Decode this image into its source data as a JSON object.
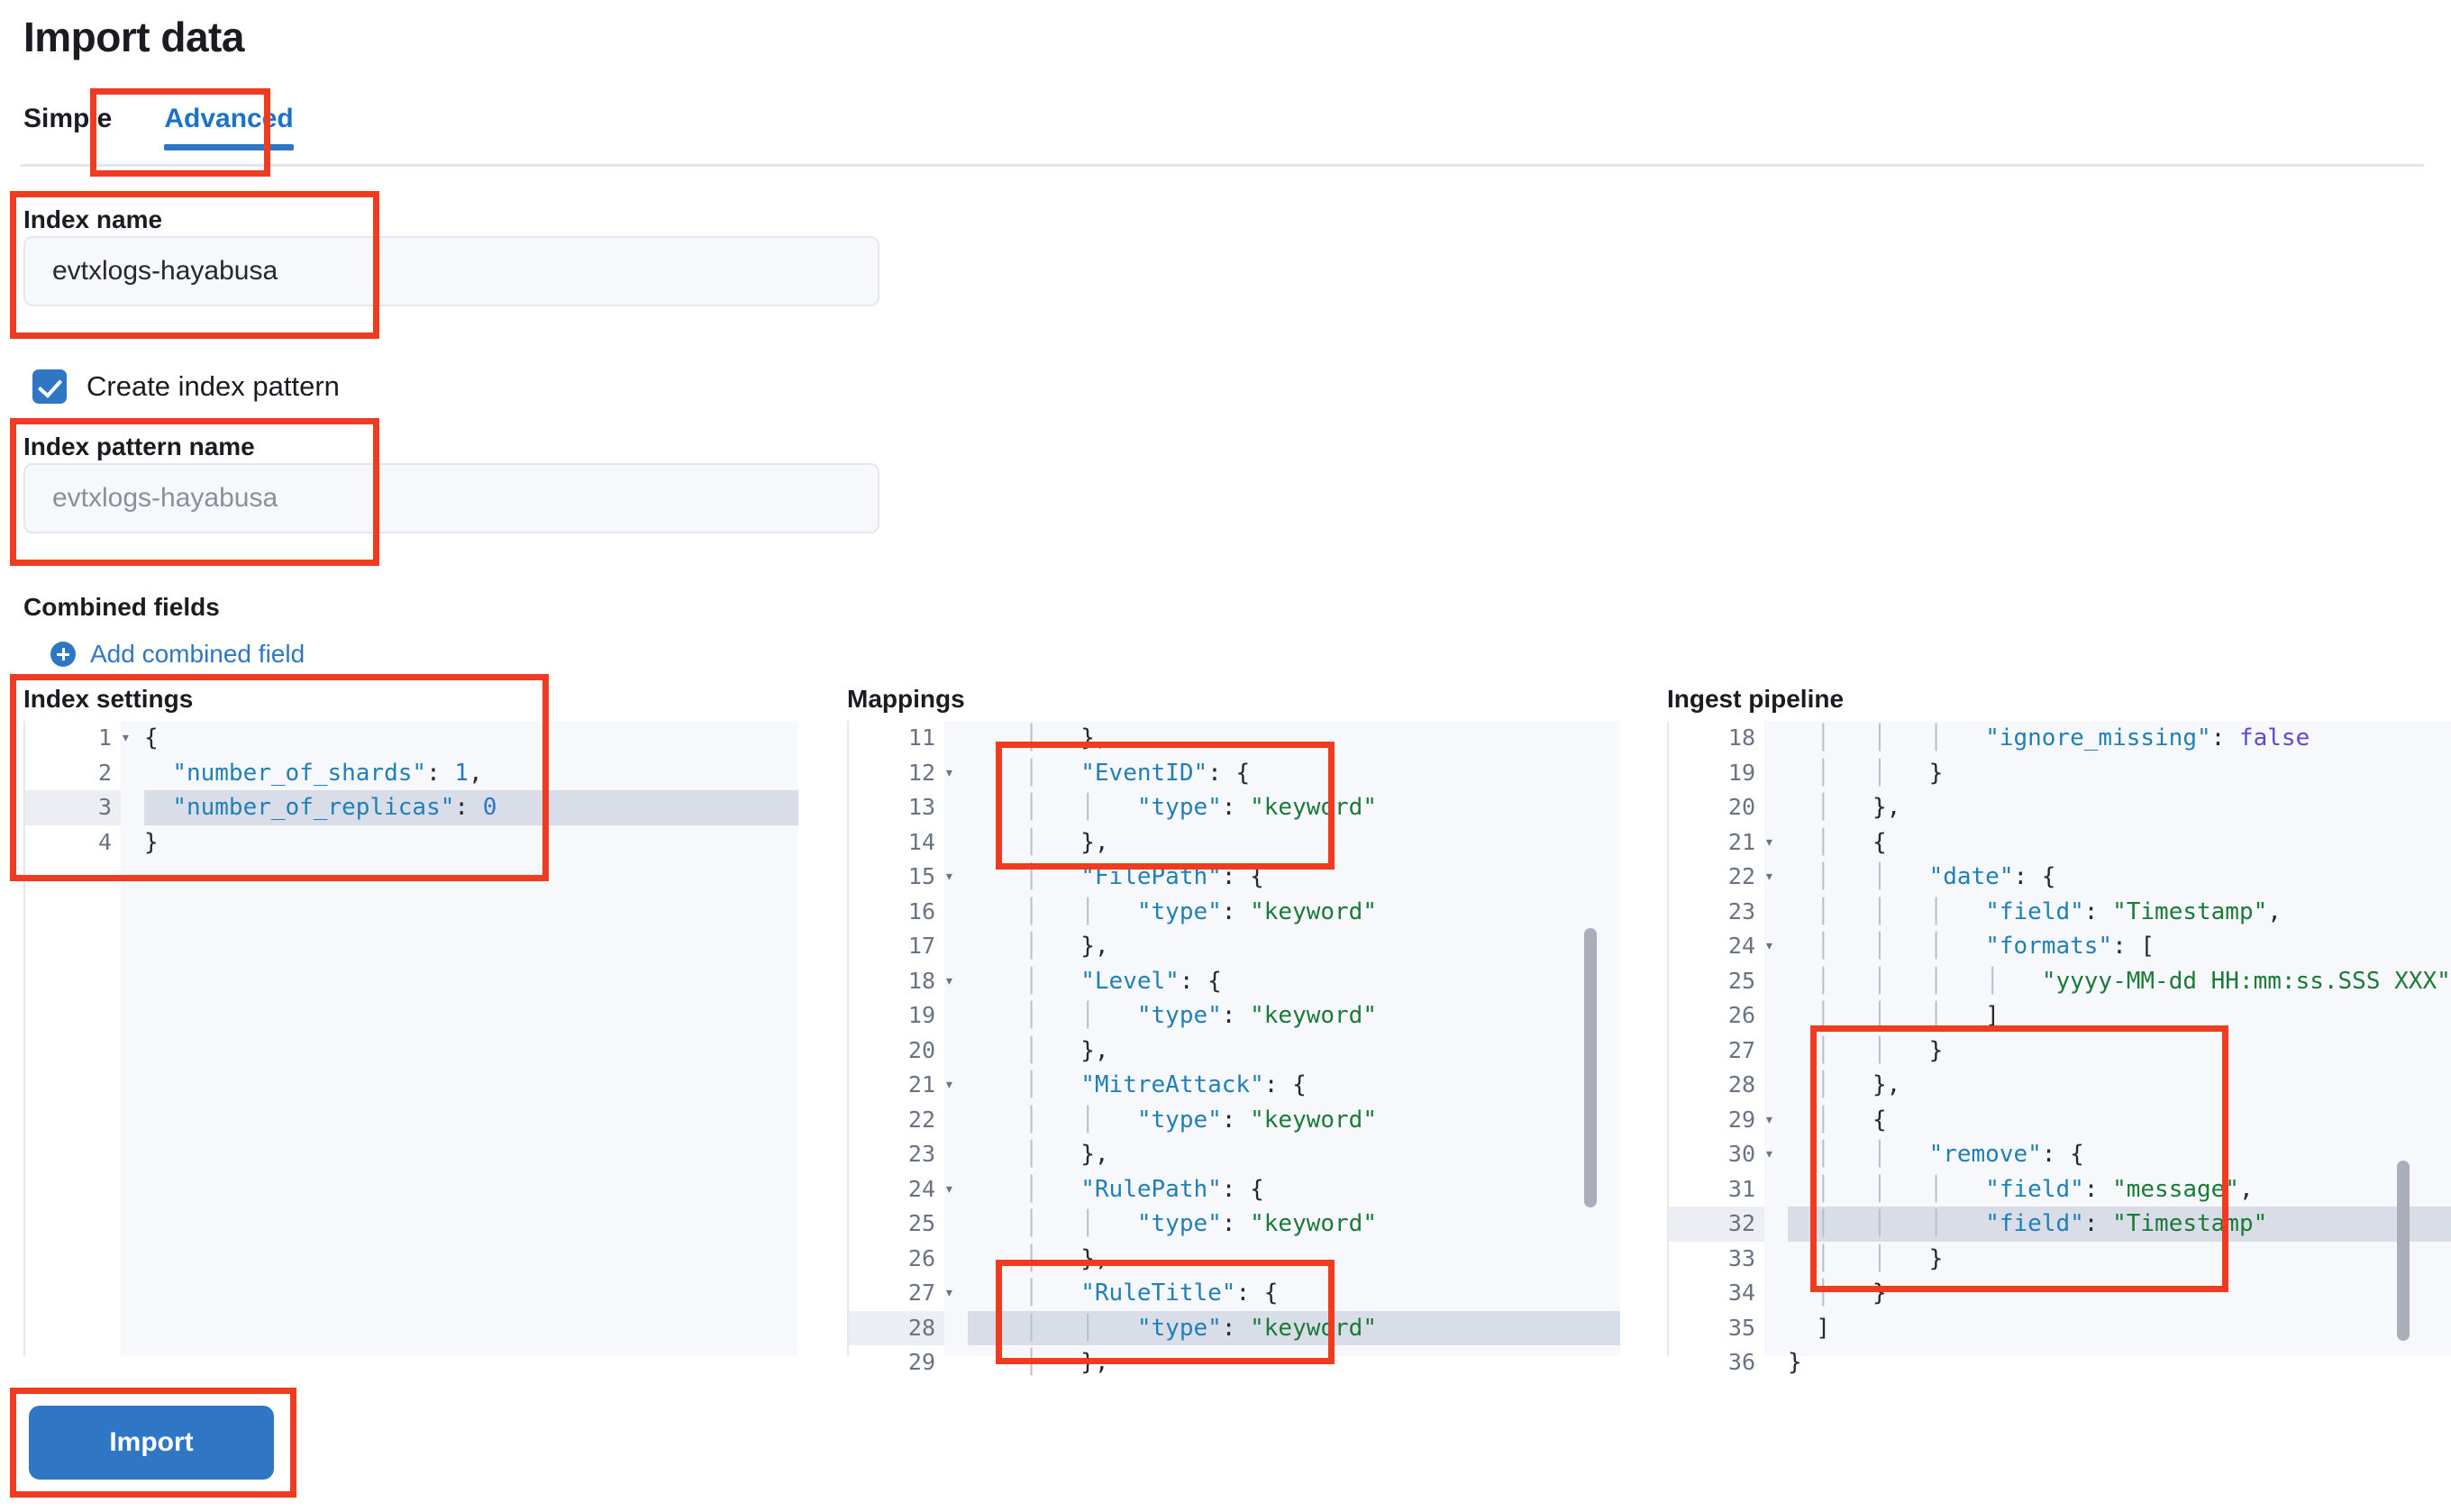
{
  "page": {
    "title": "Import data"
  },
  "tabs": [
    {
      "label": "Simple",
      "active": false
    },
    {
      "label": "Advanced",
      "active": true
    }
  ],
  "form": {
    "index_name": {
      "label": "Index name",
      "value": "evtxlogs-hayabusa",
      "placeholder": ""
    },
    "create_index_pattern": {
      "label": "Create index pattern",
      "checked": true
    },
    "index_pattern_name": {
      "label": "Index pattern name",
      "value": "",
      "placeholder": "evtxlogs-hayabusa"
    },
    "combined_fields": {
      "label": "Combined fields",
      "add_link": "Add combined field"
    }
  },
  "editors": {
    "index_settings": {
      "title": "Index settings",
      "first_line_number": 1,
      "highlighted_line": 3,
      "lines": [
        {
          "n": 1,
          "fold": true,
          "text": "{"
        },
        {
          "n": 2,
          "fold": false,
          "text": "  \"number_of_shards\": 1,"
        },
        {
          "n": 3,
          "fold": false,
          "text": "  \"number_of_replicas\": 0"
        },
        {
          "n": 4,
          "fold": false,
          "text": "}"
        }
      ]
    },
    "mappings": {
      "title": "Mappings",
      "first_line_number": 11,
      "highlighted_line": 28,
      "lines": [
        {
          "n": 11,
          "fold": false,
          "text": "    │   },"
        },
        {
          "n": 12,
          "fold": true,
          "text": "    │   \"EventID\": {"
        },
        {
          "n": 13,
          "fold": false,
          "text": "    │   │   \"type\": \"keyword\""
        },
        {
          "n": 14,
          "fold": false,
          "text": "    │   },"
        },
        {
          "n": 15,
          "fold": true,
          "text": "    │   \"FilePath\": {"
        },
        {
          "n": 16,
          "fold": false,
          "text": "    │   │   \"type\": \"keyword\""
        },
        {
          "n": 17,
          "fold": false,
          "text": "    │   },"
        },
        {
          "n": 18,
          "fold": true,
          "text": "    │   \"Level\": {"
        },
        {
          "n": 19,
          "fold": false,
          "text": "    │   │   \"type\": \"keyword\""
        },
        {
          "n": 20,
          "fold": false,
          "text": "    │   },"
        },
        {
          "n": 21,
          "fold": true,
          "text": "    │   \"MitreAttack\": {"
        },
        {
          "n": 22,
          "fold": false,
          "text": "    │   │   \"type\": \"keyword\""
        },
        {
          "n": 23,
          "fold": false,
          "text": "    │   },"
        },
        {
          "n": 24,
          "fold": true,
          "text": "    │   \"RulePath\": {"
        },
        {
          "n": 25,
          "fold": false,
          "text": "    │   │   \"type\": \"keyword\""
        },
        {
          "n": 26,
          "fold": false,
          "text": "    │   },"
        },
        {
          "n": 27,
          "fold": true,
          "text": "    │   \"RuleTitle\": {"
        },
        {
          "n": 28,
          "fold": false,
          "text": "    │   │   \"type\": \"keyword\""
        },
        {
          "n": 29,
          "fold": false,
          "text": "    │   },"
        }
      ]
    },
    "ingest_pipeline": {
      "title": "Ingest pipeline",
      "first_line_number": 18,
      "highlighted_line": 32,
      "lines": [
        {
          "n": 18,
          "fold": false,
          "text": "  │   │   │   \"ignore_missing\": false"
        },
        {
          "n": 19,
          "fold": false,
          "text": "  │   │   }"
        },
        {
          "n": 20,
          "fold": false,
          "text": "  │   },"
        },
        {
          "n": 21,
          "fold": true,
          "text": "  │   {"
        },
        {
          "n": 22,
          "fold": true,
          "text": "  │   │   \"date\": {"
        },
        {
          "n": 23,
          "fold": false,
          "text": "  │   │   │   \"field\": \"Timestamp\","
        },
        {
          "n": 24,
          "fold": true,
          "text": "  │   │   │   \"formats\": ["
        },
        {
          "n": 25,
          "fold": false,
          "text": "  │   │   │   │   \"yyyy-MM-dd HH:mm:ss.SSS XXX\""
        },
        {
          "n": 26,
          "fold": false,
          "text": "  │   │   │   ]"
        },
        {
          "n": 27,
          "fold": false,
          "text": "  │   │   }"
        },
        {
          "n": 28,
          "fold": false,
          "text": "  │   },"
        },
        {
          "n": 29,
          "fold": true,
          "text": "  │   {"
        },
        {
          "n": 30,
          "fold": true,
          "text": "  │   │   \"remove\": {"
        },
        {
          "n": 31,
          "fold": false,
          "text": "  │   │   │   \"field\": \"message\","
        },
        {
          "n": 32,
          "fold": false,
          "text": "  │   │   │   \"field\": \"Timestamp\""
        },
        {
          "n": 33,
          "fold": false,
          "text": "  │   │   }"
        },
        {
          "n": 34,
          "fold": false,
          "text": "  │   }"
        },
        {
          "n": 35,
          "fold": false,
          "text": "  ]"
        },
        {
          "n": 36,
          "fold": false,
          "text": "}"
        }
      ]
    }
  },
  "actions": {
    "import_label": "Import"
  },
  "colors": {
    "accent_blue": "#2f77c4",
    "annotation_red": "#ef3b20",
    "editor_bg": "#f7f8fc",
    "highlight_row": "#d9dde8",
    "string_green": "#1a7a37",
    "key_blue": "#1f7fb8"
  }
}
